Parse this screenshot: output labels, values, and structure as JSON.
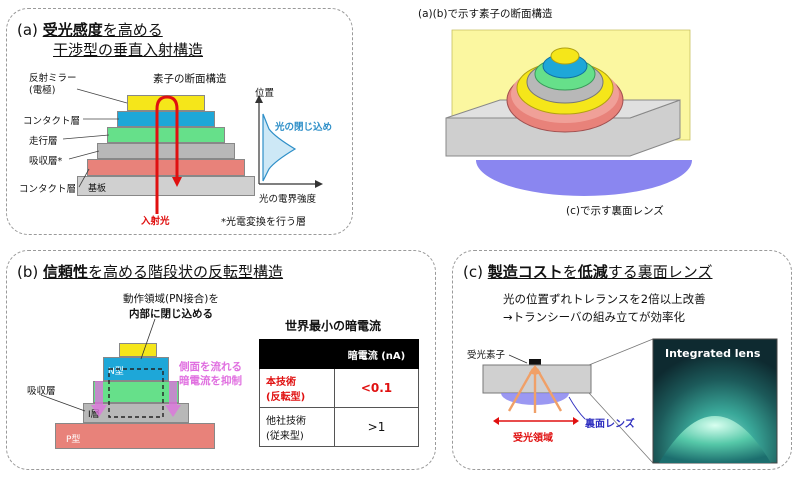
{
  "panel_a": {
    "tag": "(a)",
    "title_bold": "受光感度",
    "title_rest1": "を高める",
    "title_line2": "干渉型の垂直入射構造",
    "section_label": "素子の断面構造",
    "mirror_label": "反射ミラー\n(電極)",
    "contact_top_label": "コンタクト層",
    "drift_label": "走行層",
    "absorb_label": "吸収層*",
    "contact_bottom_label": "コンタクト層",
    "substrate_label": "基板",
    "incident_label": "入射光",
    "position_label": "位置",
    "confinement_label": "光の閉じ込め",
    "field_label": "光の電界強度",
    "footnote": "*光電変換を行う層"
  },
  "panel_3d": {
    "title": "(a)(b)で示す素子の断面構造",
    "caption": "(c)で示す裏面レンズ"
  },
  "panel_b": {
    "tag": "(b)",
    "title_bold": "信頼性",
    "title_rest": "を高める階段状の反転型構造",
    "active_line1": "動作領域(PN接合)を",
    "active_line2": "内部に閉じ込める",
    "side_line1": "側面を流れる",
    "side_line2": "暗電流を抑制",
    "n_label": "N型",
    "i_label": "I層",
    "p_label": "P型",
    "absorb_label": "吸収層",
    "table_title": "世界最小の暗電流",
    "table_header": "暗電流 (nA)",
    "row1_name": "本技術\n(反転型)",
    "row1_value": "<0.1",
    "row2_name": "他社技術\n(従来型)",
    "row2_value": ">1"
  },
  "panel_c": {
    "tag": "(c)",
    "title_bold": "製造コスト",
    "title_mid": "を",
    "title_bold2": "低減",
    "title_rest": "する裏面レンズ",
    "desc_line1": "光の位置ずれトレランスを2倍以上改善",
    "desc_line2": "→トランシーバの組み立てが効率化",
    "element_label": "受光素子",
    "lens_label": "裏面レンズ",
    "area_label": "受光領域",
    "photo_label": "Integrated lens"
  },
  "colors": {
    "mirror": "#f5e61a",
    "contact_top": "#1ea7d8",
    "drift": "#66e08a",
    "absorb": "#b8b8b8",
    "contact_bottom": "#e8827a",
    "substrate": "#d0d0d0",
    "light": "#e01010",
    "highlight_red": "#e01010",
    "lens": "#8a86f0",
    "arrow_orange": "#f0a068",
    "pink_arrow": "#e070e0"
  }
}
